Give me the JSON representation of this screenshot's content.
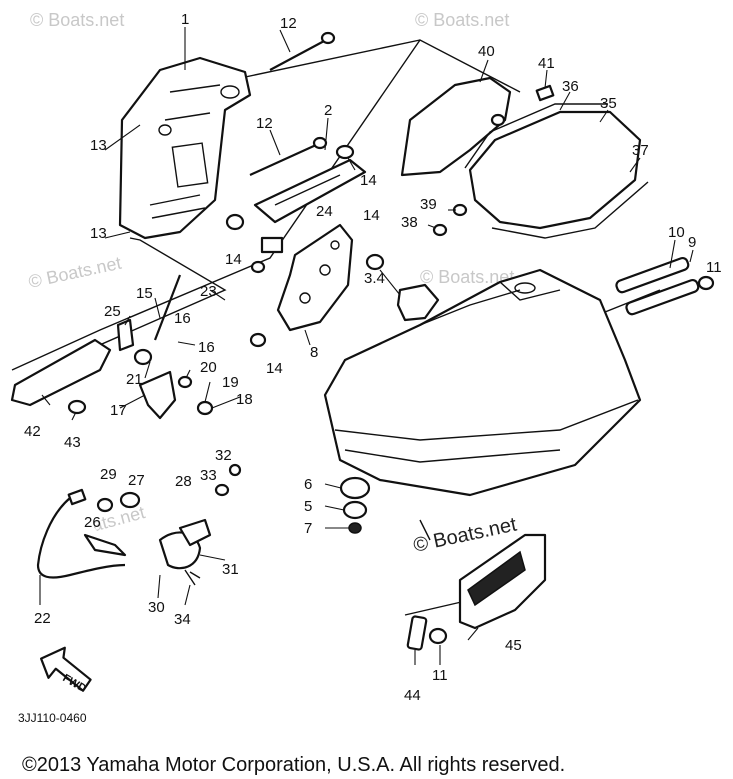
{
  "diagram_code": "3JJ110-0460",
  "copyright": "©2013 Yamaha Motor Corporation, U.S.A. All rights reserved.",
  "watermark": "© Boats.net",
  "direction_label": "FWD",
  "callouts": [
    "1",
    "2",
    "3.4",
    "5",
    "6",
    "7",
    "8",
    "9",
    "10",
    "11",
    "12",
    "13",
    "14",
    "15",
    "16",
    "17",
    "18",
    "19",
    "20",
    "21",
    "22",
    "23",
    "24",
    "25",
    "26",
    "27",
    "28",
    "29",
    "30",
    "31",
    "32",
    "33",
    "34",
    "35",
    "36",
    "37",
    "38",
    "39",
    "40",
    "41",
    "42",
    "43",
    "44",
    "45"
  ]
}
